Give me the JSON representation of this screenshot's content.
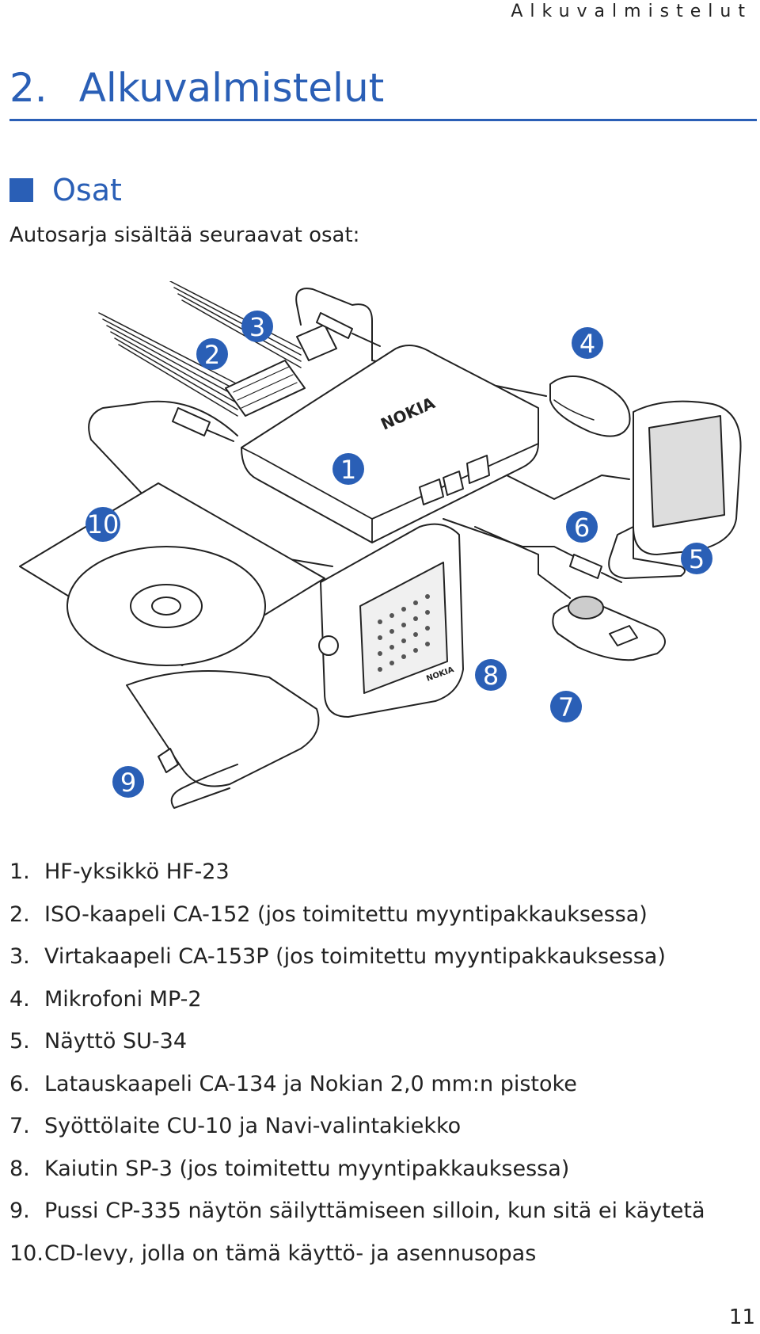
{
  "header": {
    "running_title": "Alkuvalmistelut"
  },
  "chapter": {
    "number": "2.",
    "title": "Alkuvalmistelut"
  },
  "section": {
    "title": "Osat"
  },
  "intro": "Autosarja sisältää seuraavat osat:",
  "figure": {
    "callouts": [
      "1",
      "2",
      "3",
      "4",
      "5",
      "6",
      "7",
      "8",
      "9",
      "10"
    ],
    "unit_brand": "NOKIA",
    "speaker_brand": "NOKIA",
    "callout_color": "#2a5fb6"
  },
  "parts": [
    {
      "num": "1.",
      "text": "HF-yksikkö HF-23"
    },
    {
      "num": "2.",
      "text": "ISO-kaapeli CA-152 (jos toimitettu myyntipakkauksessa)"
    },
    {
      "num": "3.",
      "text": "Virtakaapeli CA-153P (jos toimitettu myyntipakkauksessa)"
    },
    {
      "num": "4.",
      "text": "Mikrofoni MP-2"
    },
    {
      "num": "5.",
      "text": "Näyttö SU-34"
    },
    {
      "num": "6.",
      "text": "Latauskaapeli CA-134 ja Nokian 2,0 mm:n pistoke"
    },
    {
      "num": "7.",
      "text": "Syöttölaite CU-10 ja Navi-valintakiekko"
    },
    {
      "num": "8.",
      "text": "Kaiutin SP-3 (jos toimitettu myyntipakkauksessa)"
    },
    {
      "num": "9.",
      "text": "Pussi CP-335 näytön säilyttämiseen silloin, kun sitä ei käytetä"
    },
    {
      "num": "10.",
      "text": "CD-levy, jolla on tämä käyttö- ja asennusopas"
    }
  ],
  "page_number": "11"
}
